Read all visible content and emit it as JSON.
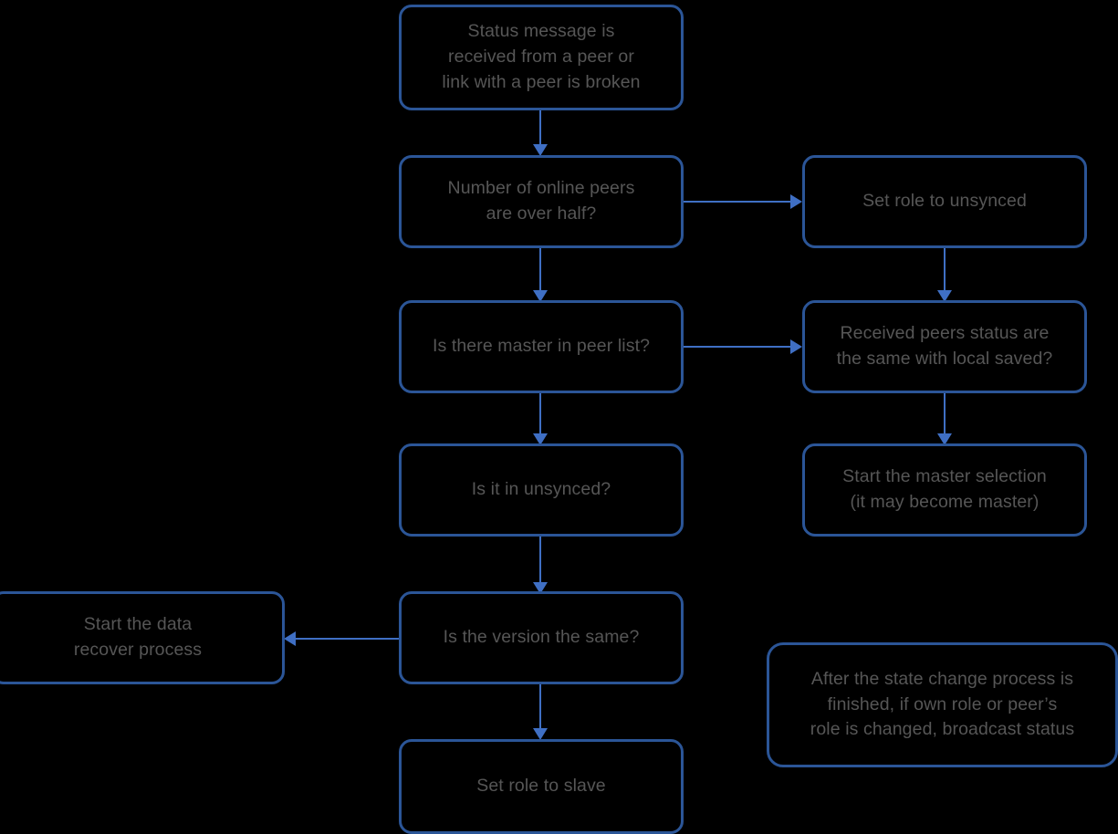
{
  "diagram": {
    "title": "Peer status change state machine flowchart",
    "background_color": "#000000",
    "node_border_color": "#2b5597",
    "node_text_color": "#565656",
    "connector_color": "#3f6fc4",
    "nodes": [
      {
        "id": "status-message-received",
        "label": "Status message is\nreceived from a peer or\nlink with a peer is broken"
      },
      {
        "id": "online-peers-over-half",
        "label": "Number of online peers\nare over half?"
      },
      {
        "id": "set-role-unsynced",
        "label": "Set role to unsynced"
      },
      {
        "id": "master-in-peer-list",
        "label": "Is there master in peer list?"
      },
      {
        "id": "received-peers-status-same",
        "label": "Received peers status are\nthe same with local saved?"
      },
      {
        "id": "is-it-in-unsynced",
        "label": "Is it in unsynced?"
      },
      {
        "id": "start-master-selection",
        "label": "Start the master selection\n(it may become master)"
      },
      {
        "id": "is-version-same",
        "label": "Is the version the same?"
      },
      {
        "id": "start-data-recover",
        "label": "Start the data\nrecover process"
      },
      {
        "id": "set-role-slave",
        "label": "Set role to slave"
      },
      {
        "id": "broadcast-status-note",
        "label": "After the state change process is\nfinished, if own role or peer’s\nrole is changed, broadcast status"
      }
    ]
  }
}
